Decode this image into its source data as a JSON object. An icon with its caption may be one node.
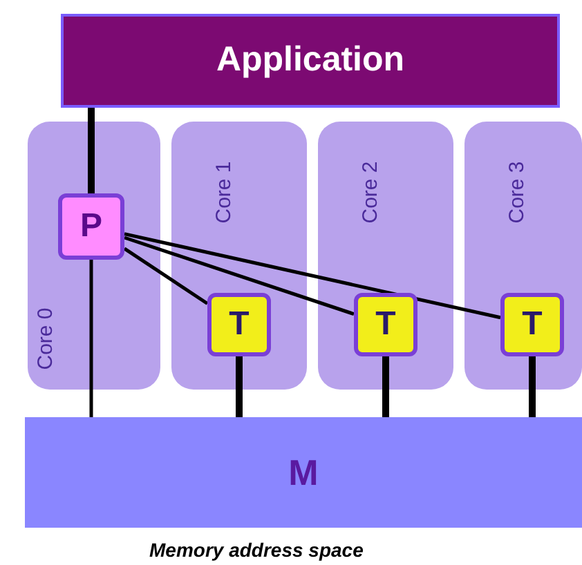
{
  "diagram": {
    "caption": "Memory address space",
    "nodes": [
      {
        "text": [
          "Application"
        ]
      },
      {
        "text": [
          "Core 0"
        ]
      },
      {
        "text": [
          "Core 1"
        ]
      },
      {
        "text": [
          "Core 2"
        ]
      },
      {
        "text": [
          "Core 3"
        ]
      },
      {
        "text": [
          "P"
        ],
        "in": 1
      },
      {
        "text": [
          "T"
        ],
        "in": 2
      },
      {
        "text": [
          "T"
        ],
        "in": 3
      },
      {
        "text": [
          "T"
        ],
        "in": 4
      },
      {
        "text": [
          "M"
        ]
      }
    ],
    "edges": [
      {
        "from": 0,
        "to": 5,
        "arrow": "none",
        "style": "thick"
      },
      {
        "from": 5,
        "to": 6,
        "arrow": "none"
      },
      {
        "from": 5,
        "to": 7,
        "arrow": "none"
      },
      {
        "from": 5,
        "to": 8,
        "arrow": "none"
      },
      {
        "from": 5,
        "to": 9,
        "arrow": "none"
      },
      {
        "from": 6,
        "to": 9,
        "arrow": "none",
        "style": "thick"
      },
      {
        "from": 7,
        "to": 9,
        "arrow": "none",
        "style": "thick"
      },
      {
        "from": 8,
        "to": 9,
        "arrow": "none",
        "style": "thick"
      }
    ]
  }
}
